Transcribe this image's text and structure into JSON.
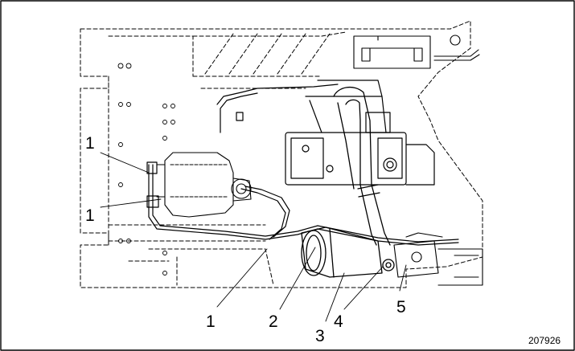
{
  "callouts": {
    "c1_top": "1",
    "c1_mid": "1",
    "c1_bottom": "1",
    "c2": "2",
    "c3": "3",
    "c4": "4",
    "c5": "5"
  },
  "figure_id": "207926",
  "colors": {
    "line": "#000000",
    "background": "#ffffff"
  }
}
